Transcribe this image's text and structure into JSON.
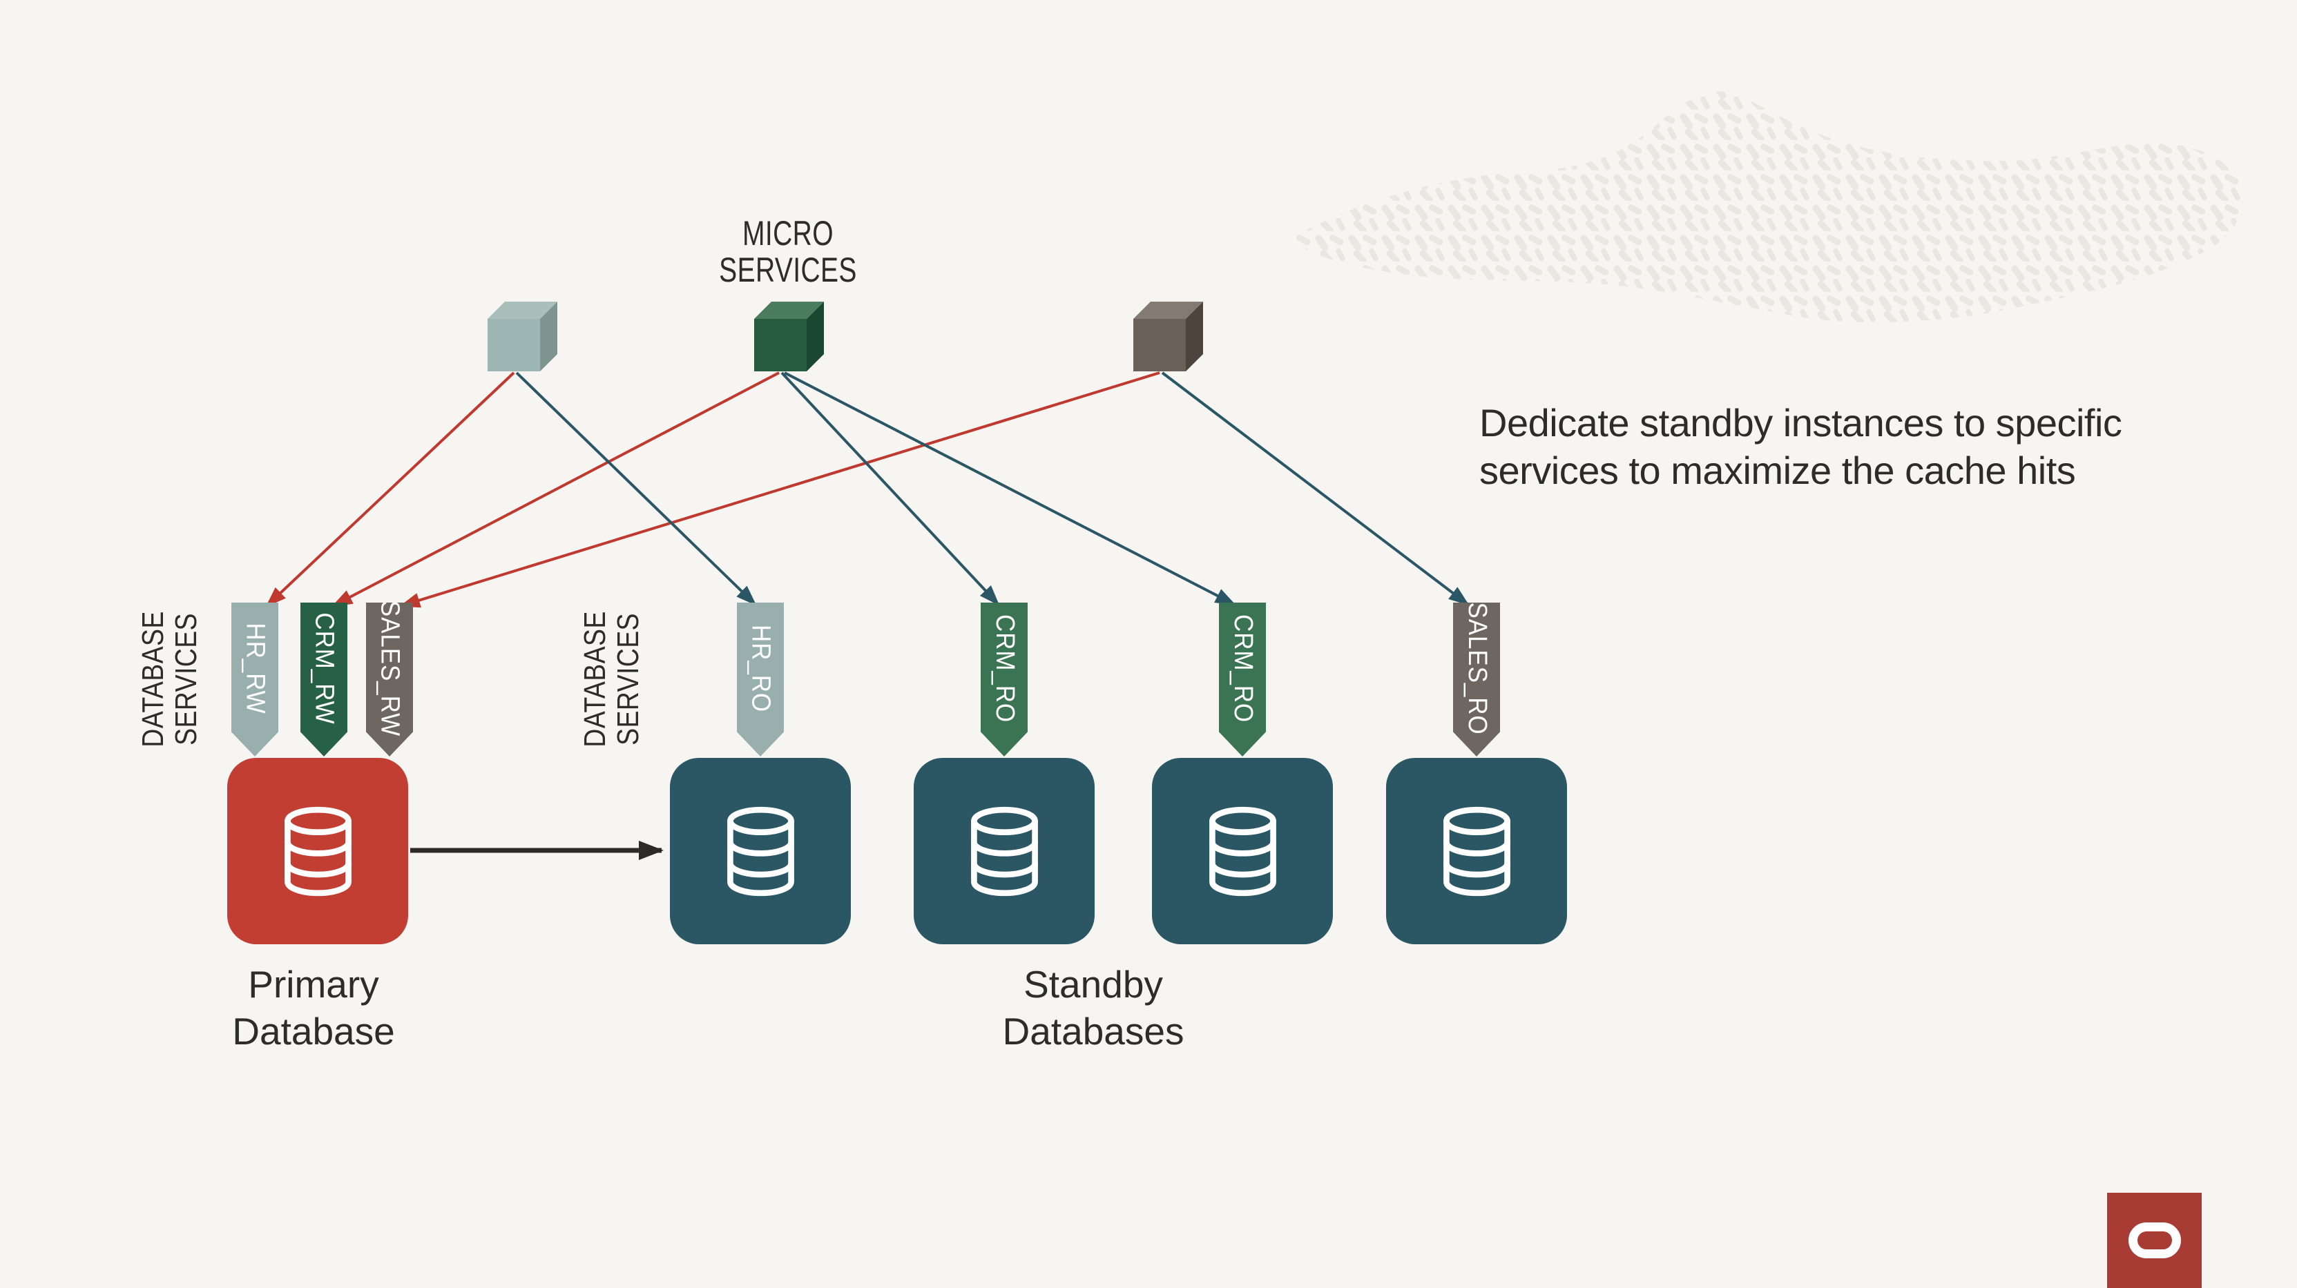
{
  "page": {
    "background_color": "#f7f5f2",
    "text_color": "#2e2b28"
  },
  "caption": {
    "line1": "Dedicate standby instances to specific",
    "line2": "services to maximize the cache hits"
  },
  "micro_services": {
    "label_line1": "MICRO",
    "label_line2": "SERVICES",
    "cubes": [
      {
        "name": "hr-cube",
        "front_color": "#9db5b3",
        "top_color": "#a9bfbc",
        "side_color": "#7d9490"
      },
      {
        "name": "crm-cube",
        "front_color": "#255c3e",
        "top_color": "#4c7c5e",
        "side_color": "#1a472f"
      },
      {
        "name": "sales-cube",
        "front_color": "#6a6058",
        "top_color": "#837a73",
        "side_color": "#4d443d"
      }
    ]
  },
  "database_services_primary": {
    "line1": "DATABASE",
    "line2": "SERVICES"
  },
  "database_services_standby": {
    "line1": "DATABASE",
    "line2": "SERVICES"
  },
  "service_tags_rw": [
    {
      "label": "HR_RW",
      "color": "#98afad"
    },
    {
      "label": "CRM_RW",
      "color": "#266045"
    },
    {
      "label": "SALES_RW",
      "color": "#6e6660"
    }
  ],
  "service_tags_ro": [
    {
      "label": "HR_RO",
      "color": "#98afad"
    },
    {
      "label": "CRM_RO",
      "color": "#3b7452"
    },
    {
      "label": "CRM_RO",
      "color": "#3b7452"
    },
    {
      "label": "SALES_RO",
      "color": "#6e6660"
    }
  ],
  "primary_database": {
    "label_line1": "Primary",
    "label_line2": "Database",
    "color": "#c23e33"
  },
  "standby_databases": {
    "label_line1": "Standby",
    "label_line2": "Databases",
    "color": "#2a5763",
    "count": 4
  },
  "connectors": {
    "read_write_color": "#c0392f",
    "read_only_color": "#2a5666",
    "replication_color": "#2e2a28"
  },
  "oracle_logo": {
    "color": "#a83b33"
  }
}
